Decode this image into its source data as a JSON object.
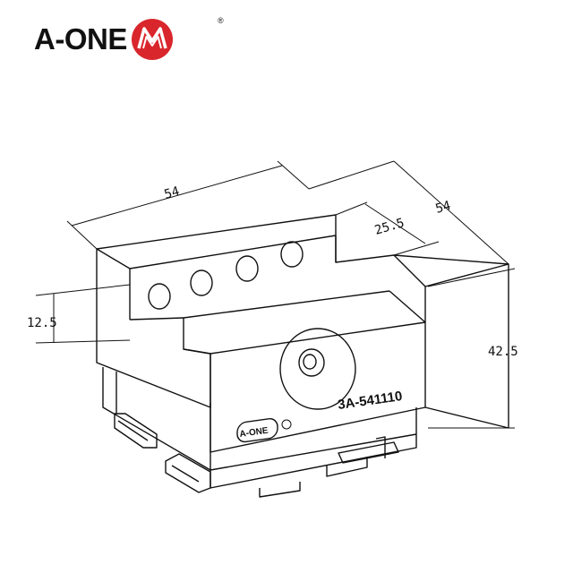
{
  "brand": {
    "name": "A-ONE",
    "registered_mark": "®",
    "logo_color": "#d9262c"
  },
  "drawing": {
    "part_number": "3A-541110",
    "engraved_brand": "A-ONE",
    "dimensions": {
      "width": "54",
      "depth": "54",
      "height": "42.5",
      "slot_depth": "25.5",
      "slot_height": "12.5"
    }
  }
}
